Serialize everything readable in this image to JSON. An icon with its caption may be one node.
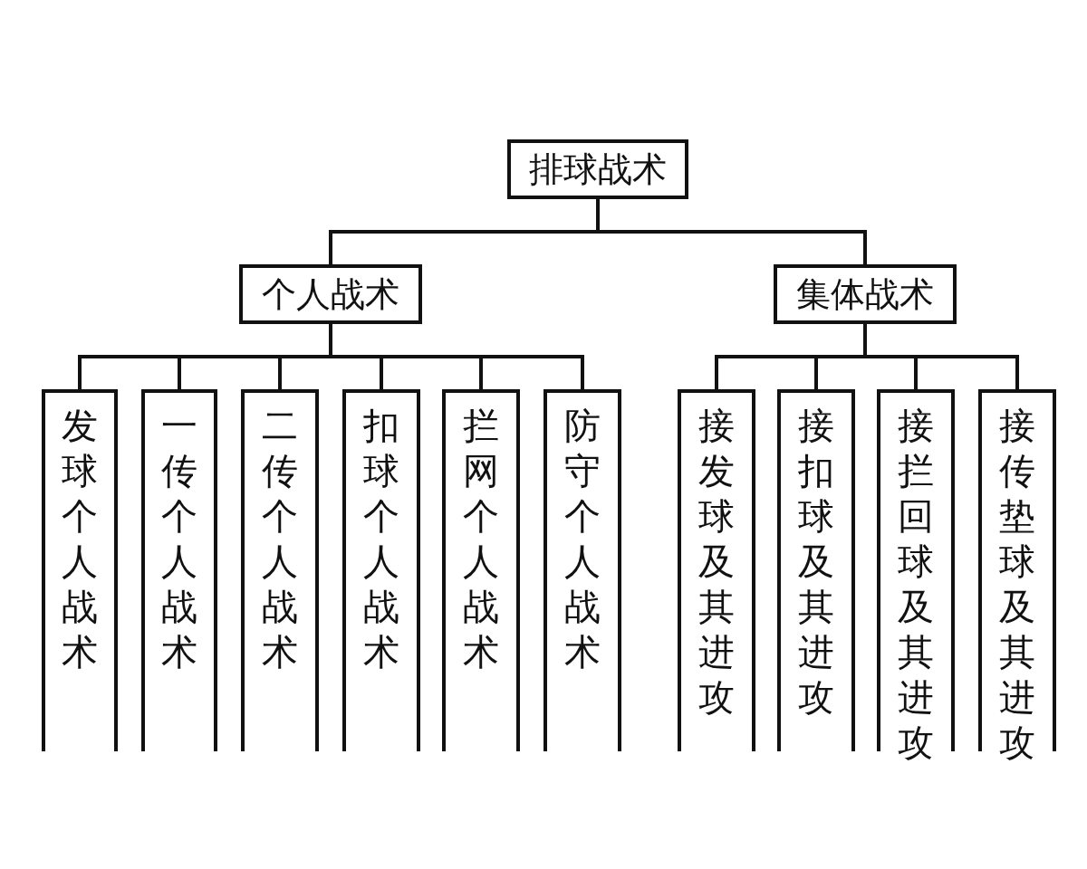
{
  "diagram": {
    "nodes": [
      {
        "text": [
          "排球战术"
        ]
      },
      {
        "text": [
          "个人战术"
        ]
      },
      {
        "text": [
          "集体战术"
        ]
      },
      {
        "text": [
          "发球个人战术"
        ]
      },
      {
        "text": [
          "一传个人战术"
        ]
      },
      {
        "text": [
          "二传个人战术"
        ]
      },
      {
        "text": [
          "扣球个人战术"
        ]
      },
      {
        "text": [
          "拦网个人战术"
        ]
      },
      {
        "text": [
          "防守个人战术"
        ]
      },
      {
        "text": [
          "接发球及其进攻"
        ]
      },
      {
        "text": [
          "接扣球及其进攻"
        ]
      },
      {
        "text": [
          "接拦回球及其进攻"
        ]
      },
      {
        "text": [
          "接传垫球及其进攻"
        ]
      }
    ],
    "edges": [
      {
        "from": 0,
        "to": 1,
        "arrow": "none"
      },
      {
        "from": 0,
        "to": 2,
        "arrow": "none"
      },
      {
        "from": 1,
        "to": 3,
        "arrow": "none"
      },
      {
        "from": 1,
        "to": 4,
        "arrow": "none"
      },
      {
        "from": 1,
        "to": 5,
        "arrow": "none"
      },
      {
        "from": 1,
        "to": 6,
        "arrow": "none"
      },
      {
        "from": 1,
        "to": 7,
        "arrow": "none"
      },
      {
        "from": 1,
        "to": 8,
        "arrow": "none"
      },
      {
        "from": 2,
        "to": 9,
        "arrow": "none"
      },
      {
        "from": 2,
        "to": 10,
        "arrow": "none"
      },
      {
        "from": 2,
        "to": 11,
        "arrow": "none"
      },
      {
        "from": 2,
        "to": 12,
        "arrow": "none"
      }
    ]
  }
}
